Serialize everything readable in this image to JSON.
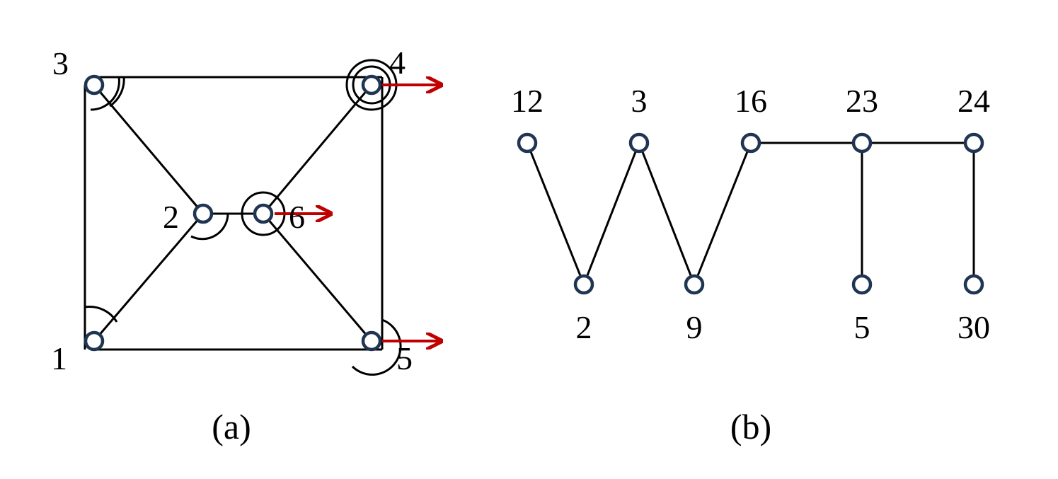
{
  "colors": {
    "node_stroke": "#1f3552",
    "arrow": "#c00000",
    "edge": "#000000"
  },
  "diagram_a": {
    "caption": "(a)",
    "nodes": [
      {
        "id": "1",
        "label": "1"
      },
      {
        "id": "2",
        "label": "2"
      },
      {
        "id": "3",
        "label": "3"
      },
      {
        "id": "4",
        "label": "4"
      },
      {
        "id": "5",
        "label": "5"
      },
      {
        "id": "6",
        "label": "6"
      }
    ],
    "edges": [
      [
        "3",
        "4"
      ],
      [
        "3",
        "1"
      ],
      [
        "1",
        "5"
      ],
      [
        "4",
        "5"
      ],
      [
        "3",
        "2"
      ],
      [
        "1",
        "2"
      ],
      [
        "2",
        "6"
      ],
      [
        "6",
        "4"
      ],
      [
        "6",
        "5"
      ]
    ],
    "arrow_nodes": [
      "4",
      "6",
      "5"
    ]
  },
  "diagram_b": {
    "caption": "(b)",
    "nodes": [
      {
        "id": "12",
        "label": "12"
      },
      {
        "id": "2",
        "label": "2"
      },
      {
        "id": "3",
        "label": "3"
      },
      {
        "id": "9",
        "label": "9"
      },
      {
        "id": "16",
        "label": "16"
      },
      {
        "id": "23",
        "label": "23"
      },
      {
        "id": "5",
        "label": "5"
      },
      {
        "id": "24",
        "label": "24"
      },
      {
        "id": "30",
        "label": "30"
      }
    ],
    "edges": [
      [
        "12",
        "2"
      ],
      [
        "2",
        "3"
      ],
      [
        "3",
        "9"
      ],
      [
        "9",
        "16"
      ],
      [
        "16",
        "23"
      ],
      [
        "23",
        "24"
      ],
      [
        "23",
        "5"
      ],
      [
        "24",
        "30"
      ]
    ]
  }
}
